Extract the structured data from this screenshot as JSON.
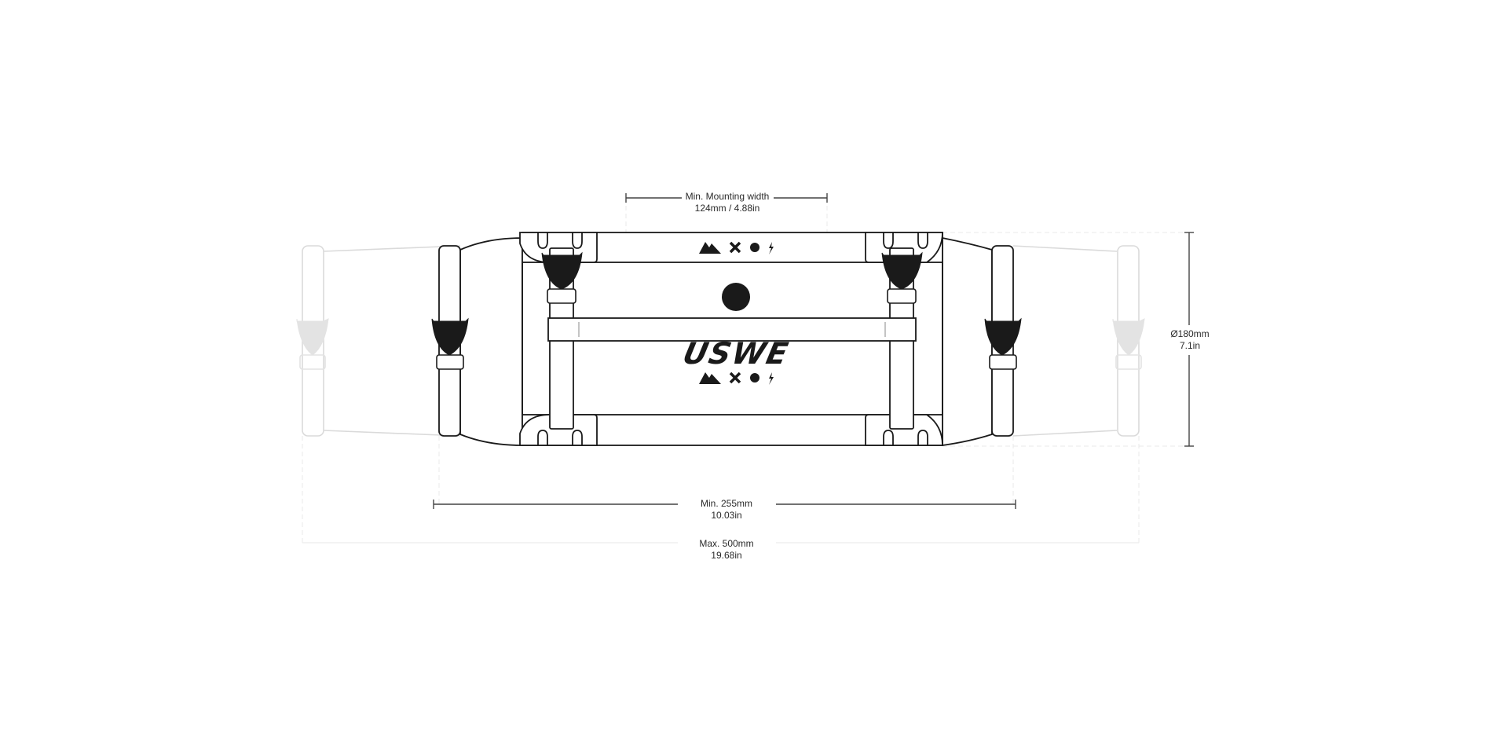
{
  "diagram": {
    "subject": "Handlebar bag mounting dimensions",
    "brand_logo": "USWE",
    "colors": {
      "line": "#1a1a1a",
      "ghost": "#dcdcdc",
      "dim_line": "#444444",
      "guide": "#e6e6e6",
      "background": "#ffffff"
    },
    "icons": [
      "mountain-icon",
      "cross-icon",
      "skull-icon",
      "lightning-icon"
    ],
    "dimensions": {
      "mounting_width": {
        "line1": "Min. Mounting width",
        "line2": "124mm / 4.88in"
      },
      "diameter": {
        "line1": "Ø180mm",
        "line2": "7.1in"
      },
      "min_length": {
        "line1": "Min. 255mm",
        "line2": "10.03in"
      },
      "max_length": {
        "line1": "Max. 500mm",
        "line2": "19.68in"
      }
    }
  }
}
